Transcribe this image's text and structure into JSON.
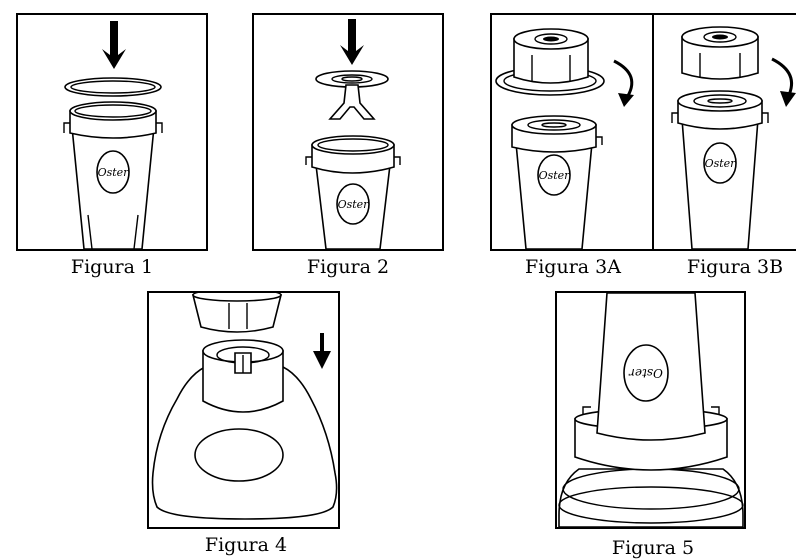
{
  "figures": [
    {
      "id": "fig1",
      "caption": "Figura 1",
      "logo": "Oster",
      "icon": "gasket-arrow"
    },
    {
      "id": "fig2",
      "caption": "Figura 2",
      "logo": "Oster",
      "icon": "blade-arrow"
    },
    {
      "id": "fig3a",
      "caption": "Figura 3A",
      "logo": "Oster",
      "icon": "twist-arrow"
    },
    {
      "id": "fig3b",
      "caption": "Figura 3B",
      "logo": "Oster",
      "icon": "twist-arrow"
    },
    {
      "id": "fig4",
      "caption": "Figura 4",
      "icon": "down-arrow"
    },
    {
      "id": "fig5",
      "caption": "Figura 5",
      "logo": "Oster"
    }
  ],
  "colors": {
    "line": "#000000",
    "background": "#ffffff"
  }
}
